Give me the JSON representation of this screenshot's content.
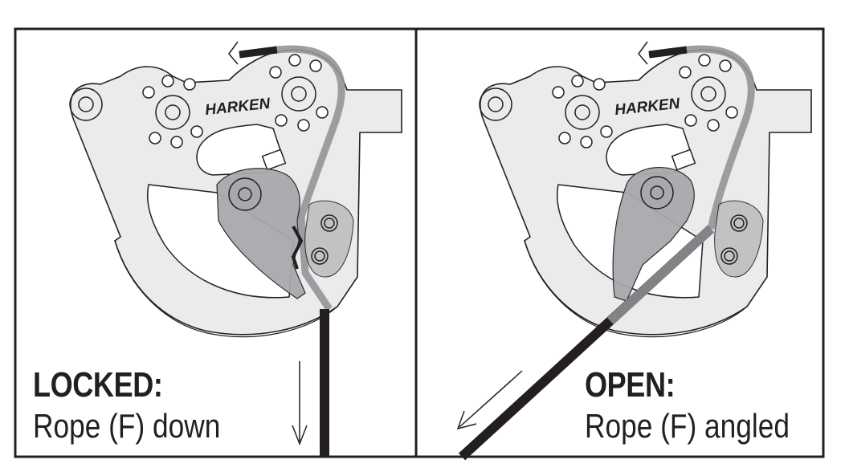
{
  "panels": [
    {
      "title": "LOCKED:",
      "caption": "Rope (F) down",
      "brand": "HARKEN"
    },
    {
      "title": "OPEN:",
      "caption": "Rope (F) angled",
      "brand": "HARKEN"
    }
  ],
  "colors": {
    "plate": "#ebebeb",
    "cam": "#a7a9ac",
    "rope_in_device": "#939598",
    "rope": "#231f20",
    "frame": "#231f20"
  }
}
